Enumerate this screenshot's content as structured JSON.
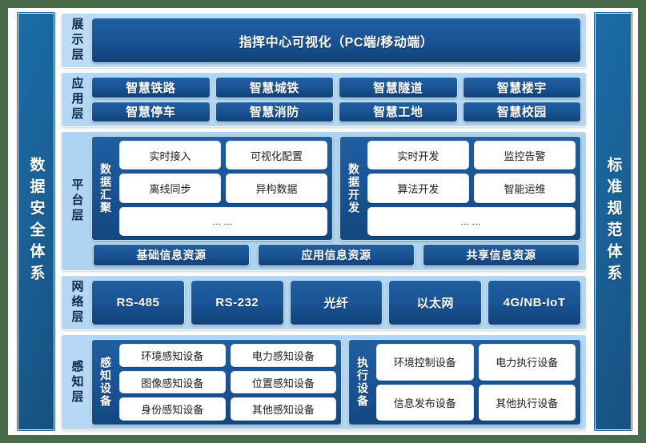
{
  "left_pillar": {
    "label": "数据安全体系"
  },
  "right_pillar": {
    "label": "标准规范体系"
  },
  "layers": {
    "display": {
      "name": "展示层",
      "banner": "指挥中心可视化（PC端/移动端）"
    },
    "application": {
      "name": "应用层",
      "row1": [
        "智慧铁路",
        "智慧城铁",
        "智慧隧道",
        "智慧楼宇"
      ],
      "row2": [
        "智慧停车",
        "智慧消防",
        "智慧工地",
        "智慧校园"
      ]
    },
    "platform": {
      "name": "平台层",
      "groups": [
        {
          "title": "数据汇聚",
          "row1": [
            "实时接入",
            "可视化配置"
          ],
          "row2": [
            "离线同步",
            "异构数据"
          ],
          "row3": "……"
        },
        {
          "title": "数据开发",
          "row1": [
            "实时开发",
            "监控告警"
          ],
          "row2": [
            "算法开发",
            "智能运维"
          ],
          "row3": "……"
        }
      ],
      "resources": [
        "基础信息资源",
        "应用信息资源",
        "共享信息资源"
      ]
    },
    "network": {
      "name": "网络层",
      "items": [
        "RS-485",
        "RS-232",
        "光纤",
        "以太网",
        "4G/NB-IoT"
      ]
    },
    "sensing": {
      "name": "感知层",
      "groups": [
        {
          "title": "感知设备",
          "row1": [
            "环境感知设备",
            "电力感知设备"
          ],
          "row2": [
            "图像感知设备",
            "位置感知设备"
          ],
          "row3": [
            "身份感知设备",
            "其他感知设备"
          ]
        },
        {
          "title": "执行设备",
          "row1": [
            "环境控制设备",
            "电力执行设备"
          ],
          "row2": [
            "信息发布设备",
            "其他执行设备"
          ]
        }
      ]
    }
  },
  "colors": {
    "page_background": "#4a6b4a",
    "sheet": "#ffffff",
    "panel_light_blue": "#aed4f2",
    "chip_blue_dark": "#114179",
    "chip_blue_light": "#1f5fa0",
    "pillar_blue": "#1b6ca8",
    "text_on_light": "#10264a",
    "text_on_dark": "#ffffff"
  }
}
